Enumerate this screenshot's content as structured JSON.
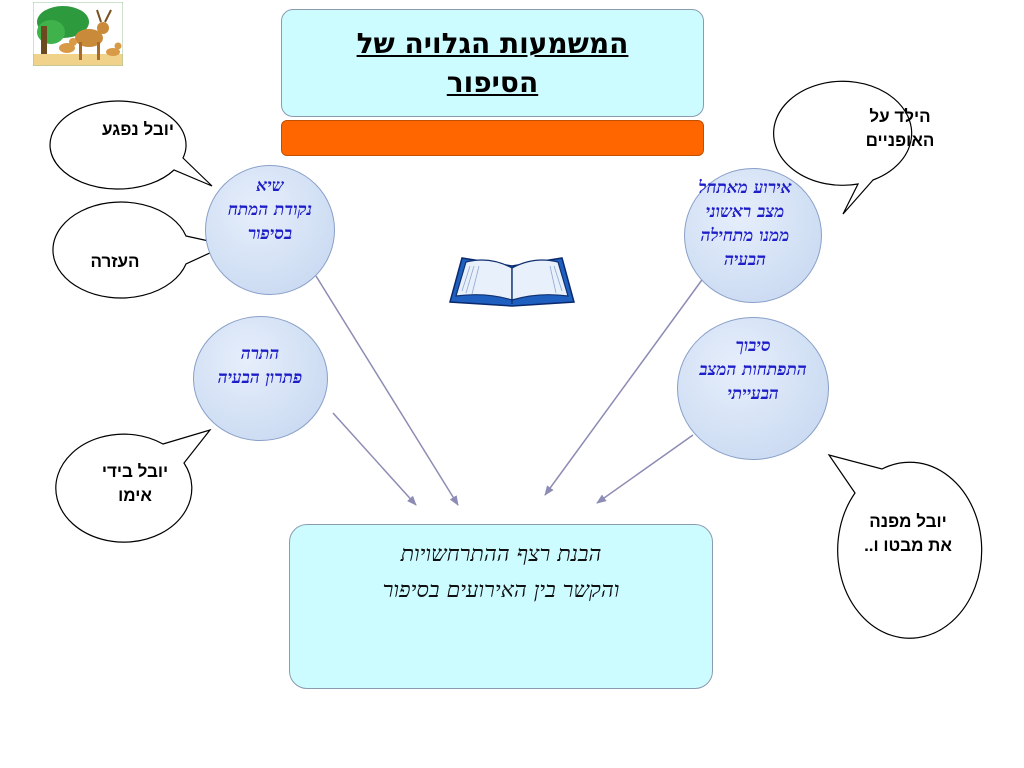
{
  "title": {
    "line1": "המשמעות הגלויה של",
    "line2": "הסיפור"
  },
  "circles": {
    "climax": {
      "line1": "שיא",
      "line2": "נקודת המתח",
      "line3": "בסיפור"
    },
    "resolution": {
      "line1": "התרה",
      "line2": "פתרון הבעיה"
    },
    "inciting": {
      "line1": "אירוע מאתחל",
      "line2": "מצב ראשוני",
      "line3": "ממנו מתחילה",
      "line4": "הבעיה"
    },
    "complication": {
      "line1": "סיבוך",
      "line2": "התפתחות המצב",
      "line3": "הבעייתי"
    }
  },
  "bubbles": {
    "yuval_hurt": {
      "line1": "יובל נפגע"
    },
    "help": {
      "line1": "העזרה"
    },
    "mother_arms": {
      "line1": "יובל בידי",
      "line2": "אימו"
    },
    "boy_bike": {
      "line1": "הילד על",
      "line2": "האופניים"
    },
    "turns_gaze": {
      "line1": "יובל מפנה",
      "line2": "את מבטו ו.."
    }
  },
  "summary": {
    "line1": "הבנת רצף ההתרחשויות",
    "line2": "והקשר בין האירועים בסיפור"
  },
  "icons": {
    "corner": "deer-family-icon",
    "center": "open-book-icon"
  },
  "colors": {
    "title_fill": "#ccfcff",
    "accent_bar": "#ff6600",
    "circle_text": "#1e1ec8",
    "arrow": "#8c8cb4"
  }
}
